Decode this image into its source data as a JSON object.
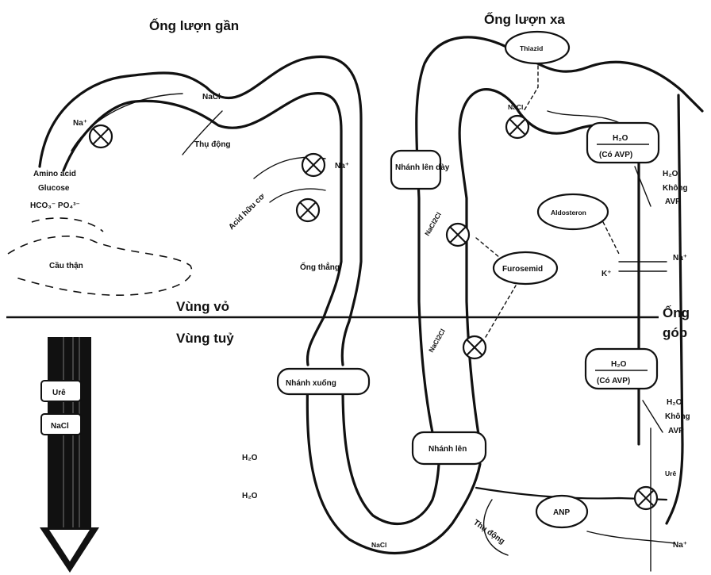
{
  "titles": {
    "proximal": "Ống lượn gần",
    "distal": "Ống lượn xa",
    "cortex": "Vùng vỏ",
    "medulla": "Vùng tuỷ",
    "collecting": "Ống góp"
  },
  "proximal_labels": {
    "na_in": "Na⁺",
    "nacl": "NaCl",
    "passive": "Thụ động",
    "solutes_1": "Amino acid",
    "solutes_2": "Glucose",
    "solutes_3": "HCO₃⁻  PO₄³⁻",
    "glomerulus": "Cầu thận",
    "na_out": "Na⁺",
    "secretion": "Acid hữu cơ",
    "straight": "Ống thẳng"
  },
  "loop_labels": {
    "descending": "Nhánh xuống",
    "ascending": "Nhánh lên",
    "thick_ascending": "Nhánh lên dày",
    "h2o_1": "H₂O",
    "h2o_2": "H₂O",
    "passive": "Thụ động",
    "nacl_loop": "NaCl",
    "nacl_1": "NaCl2Cl",
    "nacl_2": "NaCl2Cl",
    "furosemide": "Furosemid"
  },
  "distal_labels": {
    "thiazide": "Thiazid",
    "nacl": "NaCl",
    "h2o_avp": "H₂O",
    "avp_yes": "(Có AVP)",
    "h2o_noavp": "H₂O",
    "no_avp_1": "Không",
    "no_avp_2": "AVP",
    "aldosterone": "Aldosteron",
    "na": "Na⁺",
    "k": "K⁺"
  },
  "collecting_labels": {
    "h2o_avp": "H₂O",
    "avp_yes": "(Có AVP)",
    "h2o_noavp": "H₂O",
    "no_avp_1": "Không",
    "no_avp_2": "AVP",
    "urea": "Urê",
    "anp": "ANP",
    "na": "Na⁺"
  },
  "gradient": {
    "urea": "Urê",
    "nacl": "NaCl"
  }
}
